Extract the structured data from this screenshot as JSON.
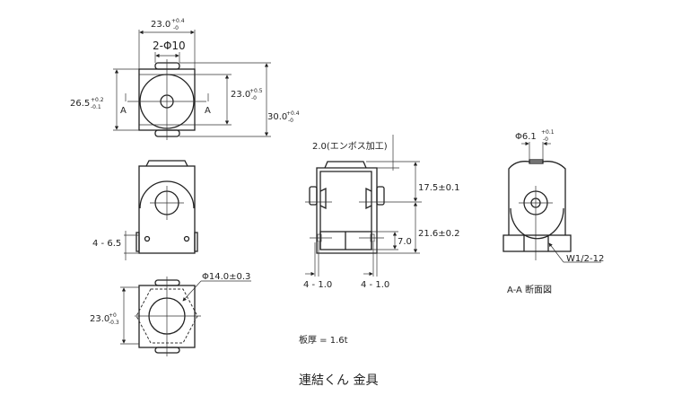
{
  "top_view": {
    "width_dim": "23.0",
    "width_tol_plus": "+0.4",
    "width_tol_minus": "-0",
    "hole_dim": "2-Φ10",
    "height_dim": "26.5",
    "height_tol_plus": "+0.2",
    "height_tol_minus": "-0.1",
    "inner_dim": "23.0",
    "inner_tol_plus": "+0.5",
    "inner_tol_minus": "-0",
    "overall_dim": "30.0",
    "overall_tol_plus": "+0.4",
    "overall_tol_minus": "-0",
    "section_left": "A",
    "section_right": "A"
  },
  "front_view": {
    "hole_dim": "4 - 6.5"
  },
  "bottom_view": {
    "diameter_dim": "Φ14.0±0.3",
    "height_dim": "23.0",
    "height_tol_plus": "+0",
    "height_tol_minus": "-0.3"
  },
  "side_view": {
    "emboss_note": "2.0(エンボス加工)",
    "upper_dim": "17.5±0.1",
    "lower_dim": "21.6±0.2",
    "base_dim": "7.0",
    "slot_left": "4 - 1.0",
    "slot_right": "4 - 1.0"
  },
  "section_view": {
    "hole_dim": "Φ6.1",
    "hole_tol_plus": "+0.1",
    "hole_tol_minus": "-0",
    "thread_note": "W1/2-12",
    "caption": "A-A  断面図"
  },
  "plate_thickness": "板厚 = 1.6t",
  "title": "連結くん 金具"
}
